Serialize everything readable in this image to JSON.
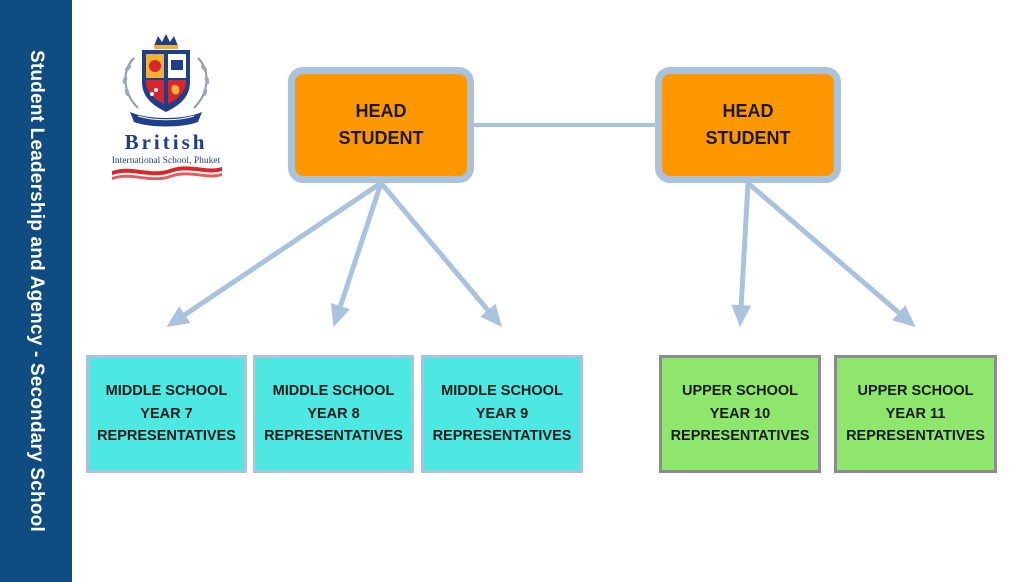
{
  "sidebar": {
    "title": "Student Leadership and Agency - Secondary School"
  },
  "logo": {
    "name": "British",
    "subtitle": "International School, Phuket",
    "icon": "school-crest-icon",
    "colors": {
      "navy": "#1f3f8a",
      "red": "#d7262c",
      "gold": "#f2b134"
    }
  },
  "diagram": {
    "head_students": [
      {
        "id": "head-left",
        "label": "HEAD\nSTUDENT"
      },
      {
        "id": "head-right",
        "label": "HEAD\nSTUDENT"
      }
    ],
    "representatives": [
      {
        "id": "year-7",
        "group": "middle",
        "label": "MIDDLE SCHOOL\nYEAR 7\nREPRESENTATIVES"
      },
      {
        "id": "year-8",
        "group": "middle",
        "label": "MIDDLE SCHOOL\nYEAR 8\nREPRESENTATIVES"
      },
      {
        "id": "year-9",
        "group": "middle",
        "label": "MIDDLE SCHOOL\nYEAR 9\nREPRESENTATIVES"
      },
      {
        "id": "year-10",
        "group": "upper",
        "label": "UPPER SCHOOL\nYEAR 10\nREPRESENTATIVES"
      },
      {
        "id": "year-11",
        "group": "upper",
        "label": "UPPER SCHOOL\nYEAR 11\nREPRESENTATIVES"
      }
    ],
    "links": [
      {
        "from": "head-left",
        "to": "head-right",
        "type": "line"
      },
      {
        "from": "head-left",
        "to": "year-7",
        "type": "arrow"
      },
      {
        "from": "head-left",
        "to": "year-8",
        "type": "arrow"
      },
      {
        "from": "head-left",
        "to": "year-9",
        "type": "arrow"
      },
      {
        "from": "head-right",
        "to": "year-10",
        "type": "arrow"
      },
      {
        "from": "head-right",
        "to": "year-11",
        "type": "arrow"
      }
    ],
    "colors": {
      "head_fill": "#ff9800",
      "head_border": "#a9c3de",
      "middle_fill": "#4de8e2",
      "upper_fill": "#8ee66c",
      "connector": "#a9c3de",
      "banner": "#0f4c81"
    }
  }
}
